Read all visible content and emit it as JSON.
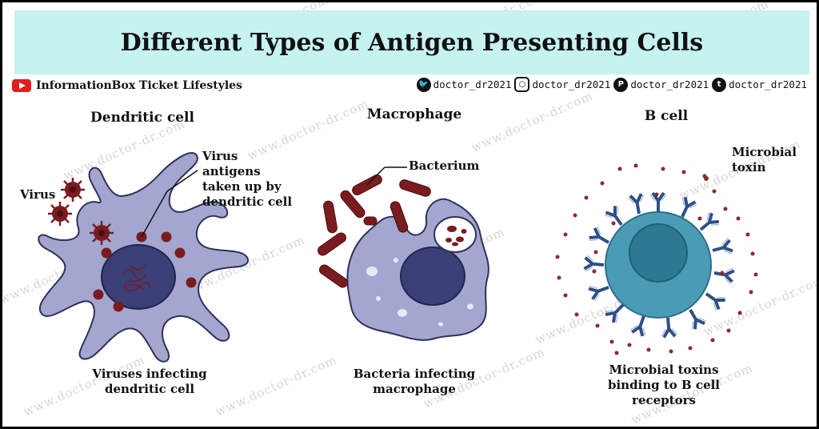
{
  "title": "Different Types of Antigen Presenting Cells",
  "channel": {
    "name": "InformationBox Ticket Lifestyles",
    "icon": "youtube-icon"
  },
  "socials": [
    {
      "icon": "twitter-icon",
      "handle": "doctor_dr2021"
    },
    {
      "icon": "instagram-icon",
      "handle": "doctor_dr2021"
    },
    {
      "icon": "pinterest-icon",
      "handle": "doctor_dr2021"
    },
    {
      "icon": "tumblr-icon",
      "handle": "doctor_dr2021"
    }
  ],
  "watermark": "www.doctor-dr.com",
  "panels": {
    "dendritic": {
      "heading": "Dendritic cell",
      "virus_label": "Virus",
      "antigen_label": "Virus antigens taken up by dendritic cell",
      "caption": "Viruses infecting dendritic cell"
    },
    "macrophage": {
      "heading": "Macrophage",
      "bacterium_label": "Bacterium",
      "caption": "Bacteria infecting macrophage"
    },
    "bcell": {
      "heading": "B cell",
      "toxin_label": "Microbial toxin",
      "caption": "Microbial toxins binding to B cell receptors"
    }
  },
  "colors": {
    "title_bg": "#c6f2ef",
    "cell_body": "#a3a7cf",
    "nucleus": "#3a3f78",
    "pathogen": "#7a1c1f",
    "bcell_outer": "#4a9bb6",
    "bcell_nucleus": "#2d7991",
    "receptor": "#2f4f86"
  }
}
